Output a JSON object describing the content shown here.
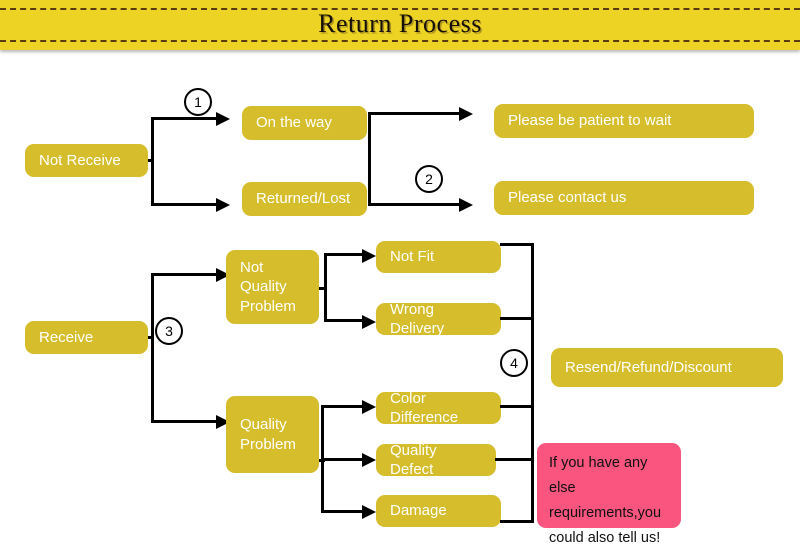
{
  "header": {
    "title": "Return Process",
    "band_color": "#edd323",
    "stitch_color": "#5a3a10"
  },
  "theme": {
    "node_color": "#d6bd2c",
    "node_text_color": "#ffffff",
    "connector_color": "#000000",
    "callout_color": "#f9557e",
    "page_background": "#ffffff"
  },
  "flow": {
    "roots": [
      {
        "id": "not-receive",
        "label": "Not Receive"
      },
      {
        "id": "receive",
        "label": "Receive"
      }
    ],
    "branch_not_receive": [
      {
        "id": "on-the-way",
        "label": "On the way"
      },
      {
        "id": "returned-lost",
        "label": "Returned/Lost"
      }
    ],
    "outcomes_not_receive": [
      {
        "id": "please-be-patient",
        "label": "Please be patient to wait"
      },
      {
        "id": "please-contact-us",
        "label": "Please contact us"
      }
    ],
    "branch_receive": [
      {
        "id": "not-quality-problem",
        "label": "Not\nQuality\nProblem"
      },
      {
        "id": "quality-problem",
        "label": "Quality\nProblem"
      }
    ],
    "reasons_not_quality": [
      {
        "id": "not-fit",
        "label": "Not Fit"
      },
      {
        "id": "wrong-delivery",
        "label": "Wrong Delivery"
      }
    ],
    "reasons_quality": [
      {
        "id": "color-difference",
        "label": "Color Difference"
      },
      {
        "id": "quality-defect",
        "label": "Quality Defect"
      },
      {
        "id": "damage",
        "label": "Damage"
      }
    ],
    "resolution": {
      "id": "resend-refund-discount",
      "label": "Resend/Refund/Discount"
    },
    "steps": [
      {
        "id": "step-1",
        "label": "1"
      },
      {
        "id": "step-2",
        "label": "2"
      },
      {
        "id": "step-3",
        "label": "3"
      },
      {
        "id": "step-4",
        "label": "4"
      }
    ]
  },
  "callout": {
    "text": "If you have any else requirements,you could also tell us!"
  }
}
